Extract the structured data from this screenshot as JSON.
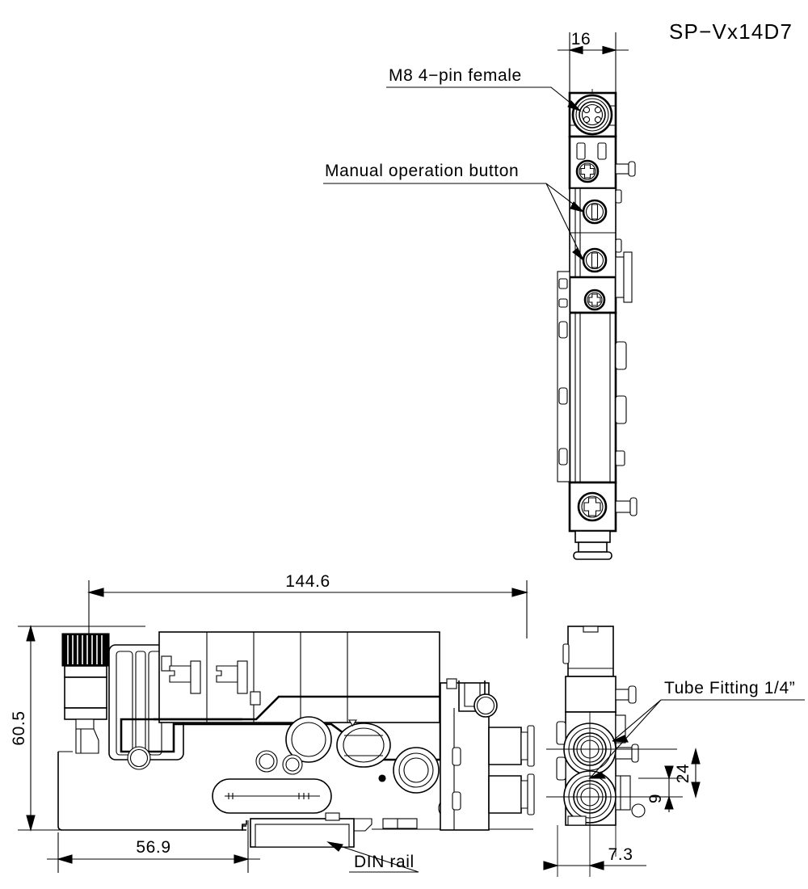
{
  "drawing": {
    "title": "SP−Vx14D7",
    "background_color": "#ffffff",
    "line_color": "#000000",
    "views": {
      "top_view": {
        "name": "end view of valve manifold (tall vertical view)"
      },
      "side_view": {
        "name": "side elevation with DIN rail"
      },
      "front_view": {
        "name": "front elevation with tube fittings"
      }
    }
  },
  "callouts": {
    "m8_connector": "M8 4−pin female",
    "manual_button": "Manual operation button",
    "tube_fitting": "Tube Fitting 1/4”",
    "din_rail": "DIN rail"
  },
  "dimensions": {
    "width_top": "16",
    "length_overall": "144.6",
    "height_overall": "60.5",
    "length_partial": "56.9",
    "depth_bottom": "7.3",
    "port_spacing": "24",
    "port_offset": "9"
  }
}
